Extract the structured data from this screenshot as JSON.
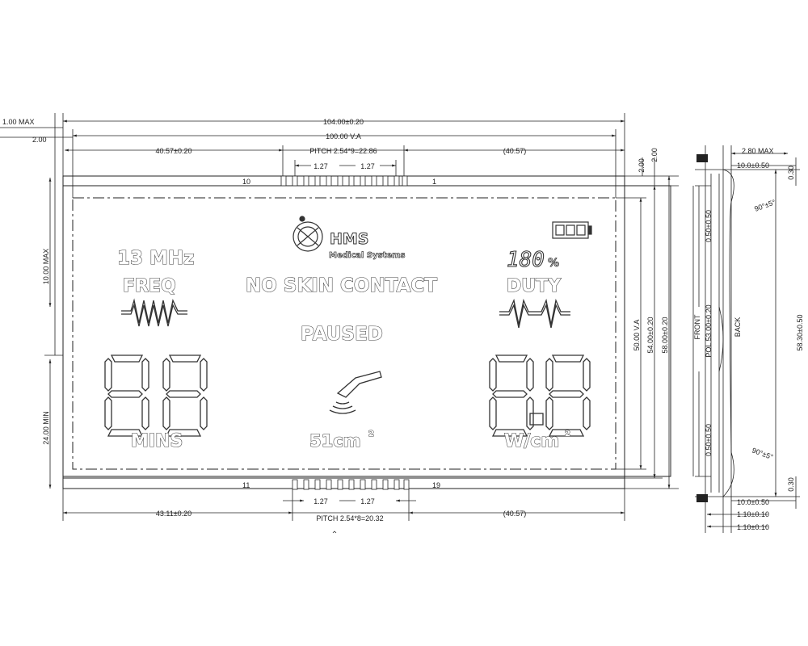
{
  "dims": {
    "overall_width": "104.00±0.20",
    "va_width": "100.00 V.A",
    "left_offset_top": "40.57±0.20",
    "pitch_top": "PITCH 2.54*9=22.86",
    "right_offset_top": "(40.57)",
    "pitch_1_27_a": "1.27",
    "pitch_1_27_b": "1.27",
    "max_1": "1.00 MAX",
    "gap_2": "2.00",
    "gap_2_right_a": "2.00",
    "gap_2_right_b": "2.00",
    "max_10": "10.00 MAX",
    "min_24": "24.00 MIN",
    "va_height": "50.00 V.A",
    "height_54": "54.00±0.20",
    "height_58": "58.00±0.20",
    "left_offset_bottom": "43.11±0.20",
    "pitch_bottom": "PITCH 2.54*8=20.32",
    "right_offset_bottom": "(40.57)",
    "pitch_1_27_c": "1.27",
    "pitch_1_27_d": "1.27",
    "pin_10": "10",
    "pin_1": "1",
    "pin_11": "11",
    "pin_19": "19"
  },
  "lcd": {
    "brand": "HMS",
    "brand_sub": "Medical Systems",
    "freq_value": "13 MHz",
    "freq_label": "FREQ",
    "status_contact": "NO SKIN CONTACT",
    "status_paused": "PAUSED",
    "duty_value": "180",
    "duty_unit": "%",
    "duty_label": "DUTY",
    "mins_label": "MINS",
    "area_value": "51cm",
    "area_sup": "2",
    "power_unit": "W/cm",
    "power_sup": "2"
  },
  "side_view": {
    "max_280": "2.80 MAX",
    "w_10_top": "10.0±0.50",
    "angle_top": "90°±5°",
    "pol": "POL 53.00±0.20",
    "front": "FRONT",
    "back": "BACK",
    "h_050_top": "0.50±0.50",
    "h_050_bottom": "0.50±0.50",
    "h_030_top": "0.30",
    "h_030_bottom": "0.30",
    "h_5830": "58.30±0.50",
    "angle_bottom": "90°±5°",
    "w_10_bottom": "10.0±0.50",
    "w_110_a": "1.10±0.10",
    "w_110_b": "1.10±0.10"
  }
}
